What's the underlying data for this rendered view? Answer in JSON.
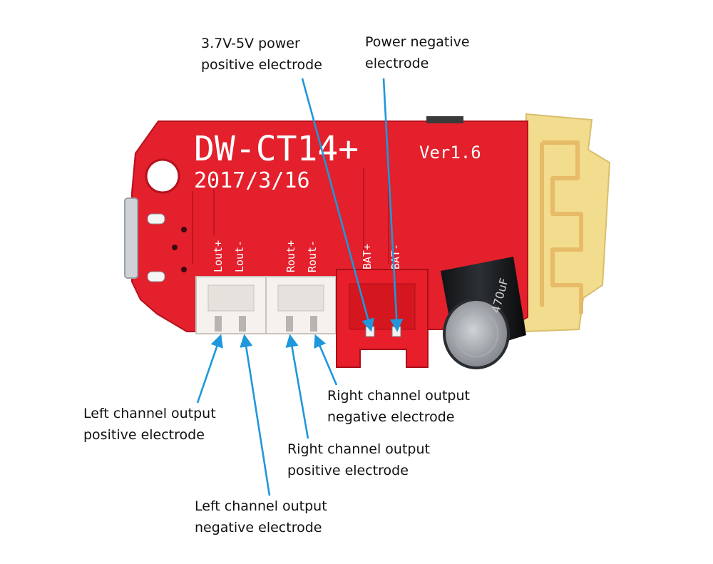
{
  "board": {
    "model": "DW-CT14+",
    "version": "Ver1.6",
    "date": "2017/3/16",
    "capacitor_marking": "470uF",
    "pin_labels": [
      "Lout+",
      "Lout-",
      "Rout+",
      "Rout-",
      "BAT+",
      "BAT-"
    ]
  },
  "callouts": {
    "power_positive": {
      "line1": "3.7V-5V power",
      "line2": "positive electrode"
    },
    "power_negative": {
      "line1": "Power negative",
      "line2": "electrode"
    },
    "right_negative": {
      "line1": "Right channel output",
      "line2": "negative electrode"
    },
    "left_positive": {
      "line1": "Left channel output",
      "line2": "positive electrode"
    },
    "right_positive": {
      "line1": "Right channel output",
      "line2": "positive electrode"
    },
    "left_negative": {
      "line1": "Left channel output",
      "line2": "negative electrode"
    }
  },
  "colors": {
    "pcb_red": "#e3202c",
    "pcb_edge": "#b5121d",
    "antenna": "#f2dc8e",
    "arrow_blue": "#1f97dc",
    "connector_white": "#f4f1ee",
    "bat_connector": "#e81e2a"
  }
}
